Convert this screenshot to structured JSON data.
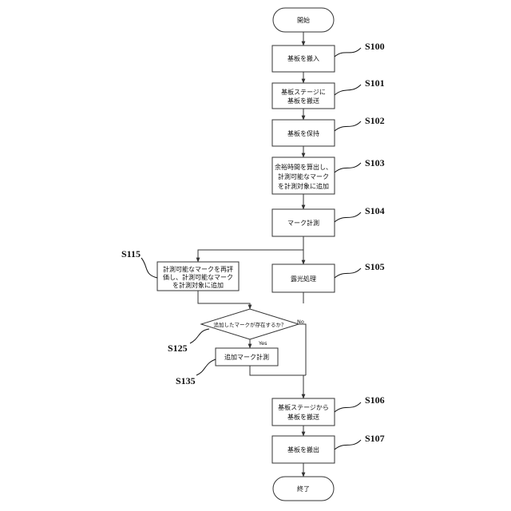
{
  "nodes": {
    "start": {
      "lines": [
        "開始"
      ]
    },
    "s100": {
      "lines": [
        "基板を搬入"
      ],
      "label": "S100"
    },
    "s101": {
      "lines": [
        "基板ステージに",
        "基板を搬送"
      ],
      "label": "S101"
    },
    "s102": {
      "lines": [
        "基板を保持"
      ],
      "label": "S102"
    },
    "s103": {
      "lines": [
        "余裕時間を算出し、",
        "計測可能なマーク",
        "を計測対象に追加"
      ],
      "label": "S103"
    },
    "s104": {
      "lines": [
        "マーク計測"
      ],
      "label": "S104"
    },
    "s105": {
      "lines": [
        "露光処理"
      ],
      "label": "S105"
    },
    "s115": {
      "lines": [
        "計測可能なマークを再評",
        "価し、計測可能なマーク",
        "を計測対象に追加"
      ],
      "label": "S115"
    },
    "s125": {
      "lines": [
        "追加したマークが存在するか？"
      ],
      "label": "S125",
      "yes": "Yes",
      "no": "No"
    },
    "s135": {
      "lines": [
        "追加マーク計測"
      ],
      "label": "S135"
    },
    "s106": {
      "lines": [
        "基板ステージから",
        "基板を搬送"
      ],
      "label": "S106"
    },
    "s107": {
      "lines": [
        "基板を搬出"
      ],
      "label": "S107"
    },
    "end": {
      "lines": [
        "終了"
      ]
    }
  }
}
